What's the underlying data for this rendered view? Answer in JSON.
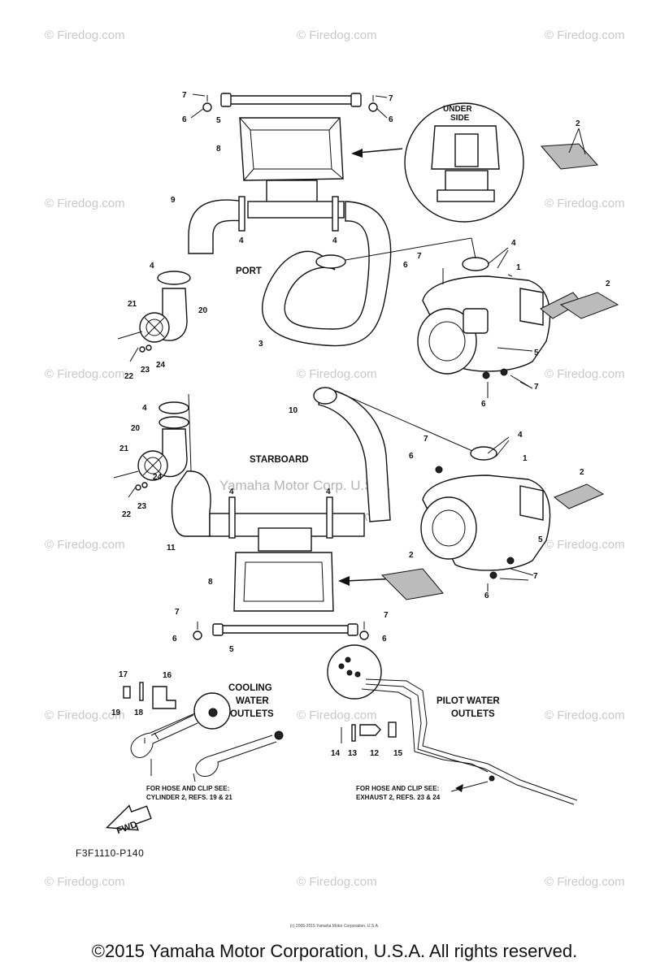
{
  "watermark": "© Firedog.com",
  "center_watermark": "Yamaha Motor Corp. U.S.A.",
  "center_watermark2": "© Firedog.com",
  "labels": {
    "under_side_1": "UNDER",
    "under_side_2": "SIDE",
    "port": "PORT",
    "starboard": "STARBOARD",
    "cooling_1": "COOLING",
    "cooling_2": "WATER",
    "cooling_3": "OUTLETS",
    "pilot_1": "PILOT WATER",
    "pilot_2": "OUTLETS",
    "cyl_note_1": "FOR HOSE AND CLIP SEE:",
    "cyl_note_2": "CYLINDER 2, REFS. 19 & 21",
    "exh_note_1": "FOR HOSE AND CLIP SEE:",
    "exh_note_2": "EXHAUST 2, REFS. 23 & 24",
    "fwd": "FWD"
  },
  "callouts": {
    "c7a": "7",
    "c6a": "6",
    "c5a": "5",
    "c7b": "7",
    "c6b": "6",
    "c8a": "8",
    "c2a": "2",
    "c9": "9",
    "c4a": "4",
    "c4b": "4",
    "c4c": "4",
    "c3": "3",
    "c21a": "21",
    "c20a": "20",
    "c22a": "22",
    "c23a": "23",
    "c24a": "24",
    "c7c": "7",
    "c6c": "6",
    "c4d": "4",
    "c1a": "1",
    "c2b": "2",
    "c5b": "5",
    "c6d": "6",
    "c7d": "7",
    "c4e": "4",
    "c20b": "20",
    "c21b": "21",
    "c10": "10",
    "c4f": "4",
    "c24b": "24",
    "c22b": "22",
    "c23b": "23",
    "c4g": "4",
    "c4h": "4",
    "c11": "11",
    "c7e": "7",
    "c6e": "6",
    "c1b": "1",
    "c4i": "4",
    "c2c": "2",
    "c5c": "5",
    "c7f": "7",
    "c6f": "6",
    "c2d": "2",
    "c8b": "8",
    "c7g": "7",
    "c6g": "6",
    "c5d": "5",
    "c7h": "7",
    "c6h": "6",
    "c17": "17",
    "c16": "16",
    "c19": "19",
    "c18": "18",
    "c14": "14",
    "c13": "13",
    "c12": "12",
    "c15": "15"
  },
  "part_code": "F3F1110-P140",
  "tiny_copyright": "(c) 2005-2015 Yamaha Motor Corporation, U.S.A.",
  "footer": "©2015 Yamaha Motor Corporation, U.S.A. All rights reserved."
}
